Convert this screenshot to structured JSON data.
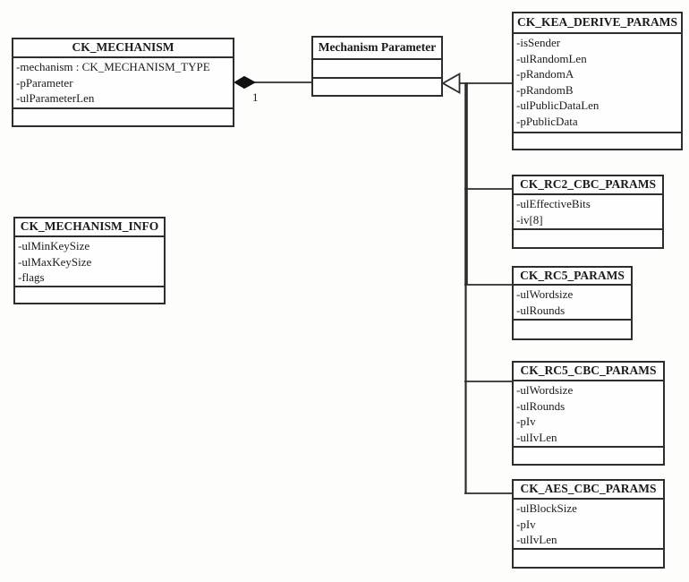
{
  "diagram": {
    "classes": {
      "ck_mechanism": {
        "name": "CK_MECHANISM",
        "attributes": [
          "-mechanism : CK_MECHANISM_TYPE",
          "-pParameter",
          "-ulParameterLen"
        ]
      },
      "mechanism_parameter": {
        "name": "Mechanism Parameter",
        "attributes": []
      },
      "ck_kea_derive_params": {
        "name": "CK_KEA_DERIVE_PARAMS",
        "attributes": [
          "-isSender",
          "-ulRandomLen",
          "-pRandomA",
          "-pRandomB",
          "-ulPublicDataLen",
          "-pPublicData"
        ]
      },
      "ck_rc2_cbc_params": {
        "name": "CK_RC2_CBC_PARAMS",
        "attributes": [
          "-ulEffectiveBits",
          "-iv[8]"
        ]
      },
      "ck_rc5_params": {
        "name": "CK_RC5_PARAMS",
        "attributes": [
          "-ulWordsize",
          "-ulRounds"
        ]
      },
      "ck_rc5_cbc_params": {
        "name": "CK_RC5_CBC_PARAMS",
        "attributes": [
          "-ulWordsize",
          "-ulRounds",
          "-pIv",
          "-ulIvLen"
        ]
      },
      "ck_aes_cbc_params": {
        "name": "CK_AES_CBC_PARAMS",
        "attributes": [
          "-ulBlockSize",
          "-pIv",
          "-ulIvLen"
        ]
      },
      "ck_mechanism_info": {
        "name": "CK_MECHANISM_INFO",
        "attributes": [
          "-ulMinKeySize",
          "-ulMaxKeySize",
          "-flags"
        ]
      }
    },
    "relationships": {
      "composition": {
        "from": "CK_MECHANISM",
        "to": "Mechanism Parameter",
        "multiplicity": "1"
      },
      "generalization": {
        "parent": "Mechanism Parameter",
        "children": [
          "CK_KEA_DERIVE_PARAMS",
          "CK_RC2_CBC_PARAMS",
          "CK_RC5_PARAMS",
          "CK_RC5_CBC_PARAMS",
          "CK_AES_CBC_PARAMS"
        ]
      }
    },
    "colors": {
      "line": "#2d2d2d",
      "diamond_fill": "#111111",
      "triangle_fill": "#fefefe",
      "text": "#1b1b1b",
      "background": "#fdfdfc"
    }
  }
}
